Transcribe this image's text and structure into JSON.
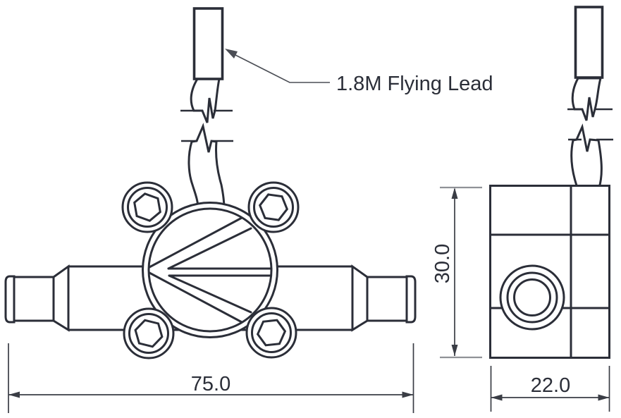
{
  "labels": {
    "flying_lead": "1.8M Flying Lead"
  },
  "dimensions": {
    "front_width": "75.0",
    "side_height": "30.0",
    "side_width": "22.0"
  },
  "colors": {
    "line": "#2b2e38",
    "dimension": "#3a3d45",
    "extension_tick": "#909297",
    "text": "#2b2e38",
    "background": "#ffffff"
  }
}
